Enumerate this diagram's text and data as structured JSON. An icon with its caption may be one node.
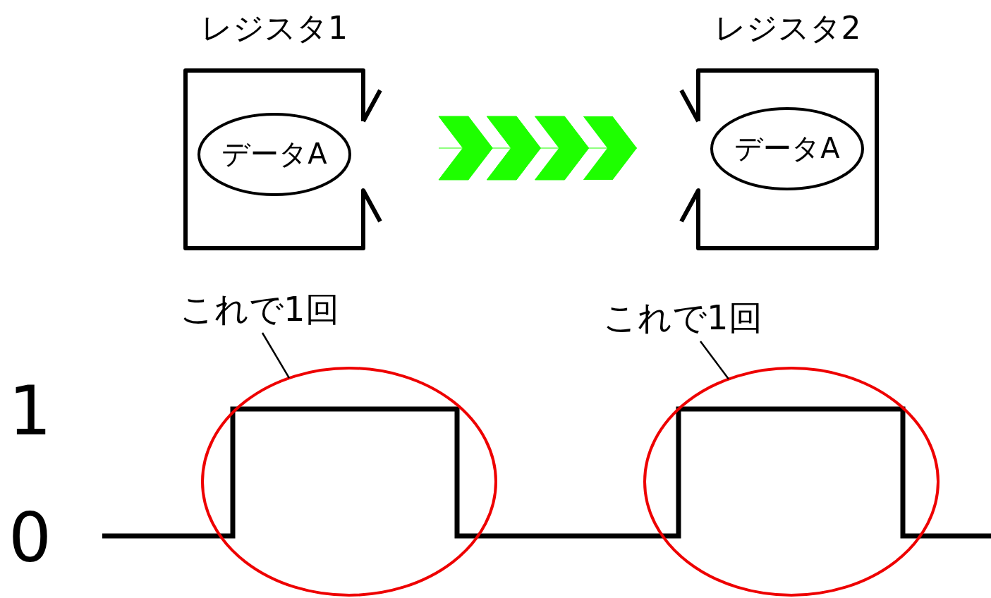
{
  "diagram": {
    "nodes": [
      {
        "text": [
          "レジスタ1"
        ]
      },
      {
        "text": [
          "データA"
        ],
        "in": 0
      },
      {
        "text": [
          "レジスタ2"
        ]
      },
      {
        "text": [
          "データA"
        ],
        "in": 2
      },
      {
        "text": [
          "これで1回"
        ]
      },
      {
        "text": [],
        "shape": "circle"
      },
      {
        "text": [
          "これで1回"
        ]
      },
      {
        "text": [],
        "shape": "circle"
      }
    ],
    "edges": [
      {
        "from": 0,
        "to": 2,
        "arrow": "to",
        "color": "#1eff00"
      },
      {
        "from": 4,
        "to": 5,
        "arrow": "none"
      },
      {
        "from": 6,
        "to": 7,
        "arrow": "none"
      }
    ],
    "labels": [
      "1",
      "0"
    ]
  }
}
